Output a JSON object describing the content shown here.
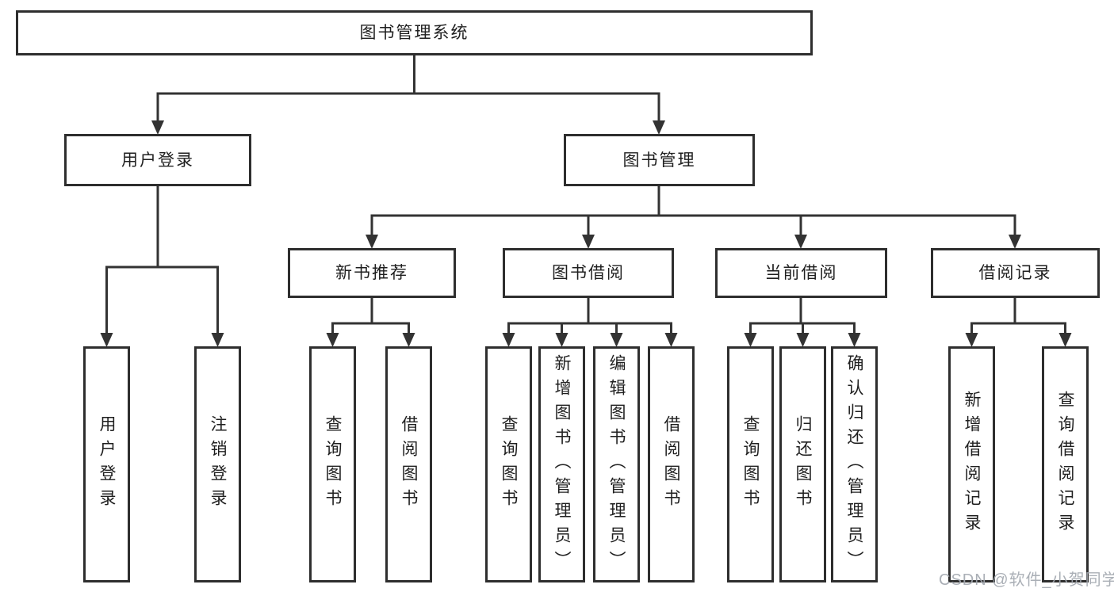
{
  "colors": {
    "background": "#ffffff",
    "box_border": "#2e2e2e",
    "line": "#333333",
    "text": "#1f1f1f",
    "watermark": "#a3a8b0"
  },
  "watermark": {
    "text": "CSDN @软件_小贺同学"
  },
  "tree": {
    "label": "图书管理系统",
    "children": [
      {
        "label": "用户登录",
        "children": [
          {
            "label": "用户登录"
          },
          {
            "label": "注销登录"
          }
        ]
      },
      {
        "label": "图书管理",
        "children": [
          {
            "label": "新书推荐",
            "children": [
              {
                "label": "查询图书"
              },
              {
                "label": "借阅图书"
              }
            ]
          },
          {
            "label": "图书借阅",
            "children": [
              {
                "label": "查询图书"
              },
              {
                "label": "新增图书（管理员）"
              },
              {
                "label": "编辑图书（管理员）"
              },
              {
                "label": "借阅图书"
              }
            ]
          },
          {
            "label": "当前借阅",
            "children": [
              {
                "label": "查询图书"
              },
              {
                "label": "归还图书"
              },
              {
                "label": "确认归还（管理员）"
              }
            ]
          },
          {
            "label": "借阅记录",
            "children": [
              {
                "label": "新增借阅记录"
              },
              {
                "label": "查询借阅记录"
              }
            ]
          }
        ]
      }
    ]
  }
}
